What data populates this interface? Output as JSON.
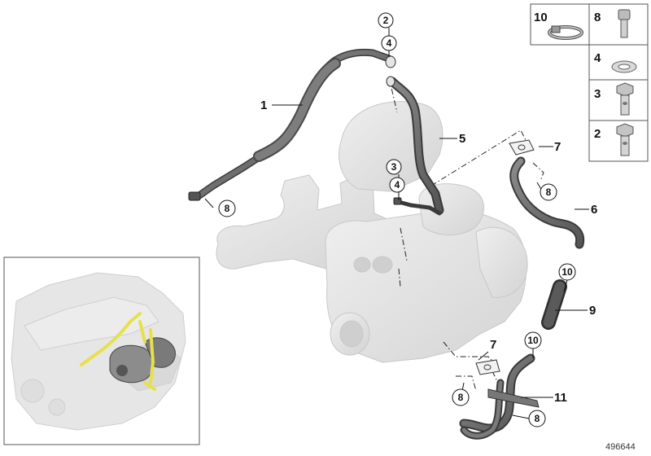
{
  "diagram": {
    "reference_number": "496644",
    "leader_labels": [
      "1",
      "5",
      "6",
      "7",
      "7",
      "9",
      "11"
    ],
    "callouts": [
      "2",
      "4",
      "3",
      "4",
      "8",
      "8",
      "10",
      "10",
      "8",
      "8"
    ],
    "legend": {
      "rows": [
        {
          "left_number": "10",
          "right_number": "8"
        },
        {
          "number": "4"
        },
        {
          "number": "3"
        },
        {
          "number": "2"
        }
      ]
    },
    "inset_highlight_color": "#e6e14a",
    "hose_color": "#6e6e6e",
    "ghost_part_color": "#e2e2e2"
  }
}
